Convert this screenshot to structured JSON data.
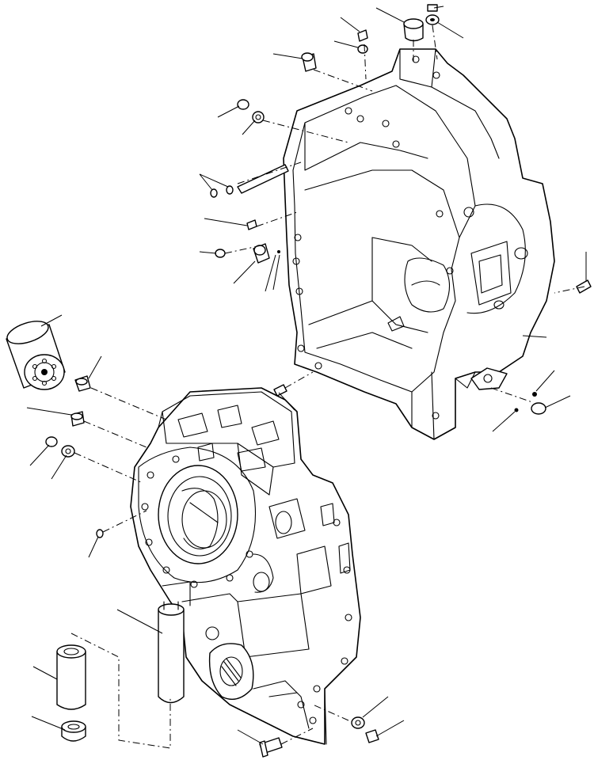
{
  "diagram": {
    "kind": "exploded-view-line-drawing",
    "background_color": "#ffffff",
    "line_color": "#000000",
    "components": [
      "rear-housing",
      "front-housing",
      "oil-filter",
      "filter-tube",
      "fasteners"
    ]
  }
}
